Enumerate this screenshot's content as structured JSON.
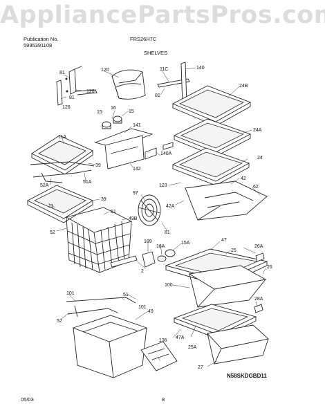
{
  "header": {
    "watermark": "AppliancePartsPros.com",
    "publication_label": "Publication No.",
    "publication_number": "5995391108",
    "model": "FRS26H7C",
    "section": "SHELVES"
  },
  "footer": {
    "date": "05/03",
    "page": "8",
    "diagram_code": "N58SKDGBD11"
  },
  "callouts": [
    {
      "id": "c81a",
      "text": "81"
    },
    {
      "id": "c120",
      "text": "120"
    },
    {
      "id": "c11c",
      "text": "11C"
    },
    {
      "id": "c140",
      "text": "140"
    },
    {
      "id": "c126a",
      "text": "126"
    },
    {
      "id": "c81b",
      "text": "81"
    },
    {
      "id": "c126b",
      "text": "126"
    },
    {
      "id": "c81c",
      "text": "81"
    },
    {
      "id": "c24b",
      "text": "24B"
    },
    {
      "id": "c15a",
      "text": "15"
    },
    {
      "id": "c16",
      "text": "16"
    },
    {
      "id": "c15b",
      "text": "15"
    },
    {
      "id": "c141",
      "text": "141"
    },
    {
      "id": "c24a",
      "text": "24A"
    },
    {
      "id": "c11a",
      "text": "11A"
    },
    {
      "id": "c140a",
      "text": "140A"
    },
    {
      "id": "c24",
      "text": "24"
    },
    {
      "id": "c39a",
      "text": "39"
    },
    {
      "id": "c142",
      "text": "142"
    },
    {
      "id": "c51a",
      "text": "51A"
    },
    {
      "id": "c52a",
      "text": "52A"
    },
    {
      "id": "c97",
      "text": "97"
    },
    {
      "id": "c123",
      "text": "123"
    },
    {
      "id": "c42",
      "text": "42"
    },
    {
      "id": "c62",
      "text": "62"
    },
    {
      "id": "c11",
      "text": "11"
    },
    {
      "id": "c39b",
      "text": "39"
    },
    {
      "id": "c42a",
      "text": "42A"
    },
    {
      "id": "c51b",
      "text": "51"
    },
    {
      "id": "c49b",
      "text": "49B"
    },
    {
      "id": "c52b",
      "text": "52"
    },
    {
      "id": "c81d",
      "text": "81"
    },
    {
      "id": "c47a",
      "text": "47"
    },
    {
      "id": "c109",
      "text": "109"
    },
    {
      "id": "c16a",
      "text": "16A"
    },
    {
      "id": "c15a2",
      "text": "15A"
    },
    {
      "id": "c25",
      "text": "25"
    },
    {
      "id": "c26a",
      "text": "26A"
    },
    {
      "id": "c2",
      "text": "2"
    },
    {
      "id": "c26",
      "text": "26"
    },
    {
      "id": "c100",
      "text": "100"
    },
    {
      "id": "c101a",
      "text": "101"
    },
    {
      "id": "c51c",
      "text": "51"
    },
    {
      "id": "c101b",
      "text": "101"
    },
    {
      "id": "c28a",
      "text": "28A"
    },
    {
      "id": "c52c",
      "text": "52"
    },
    {
      "id": "c49",
      "text": "49"
    },
    {
      "id": "c136",
      "text": "136"
    },
    {
      "id": "c47b",
      "text": "47A"
    },
    {
      "id": "c25a",
      "text": "25A"
    },
    {
      "id": "c27",
      "text": "27"
    }
  ]
}
